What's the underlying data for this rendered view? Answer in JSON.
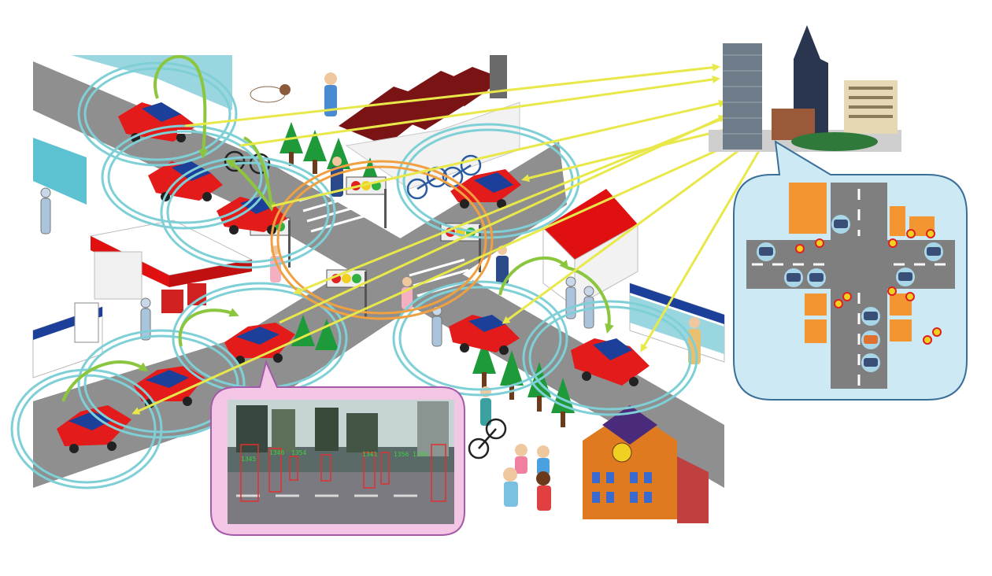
{
  "colors": {
    "road": "#8f8f8f",
    "road_edge": "#6f6f6f",
    "building_white": "#f4f4f4",
    "roof_dark_red": "#7a1414",
    "roof_red": "#e01010",
    "car_red": "#e41b1b",
    "car_blue": "#1c3f9a",
    "tree_green": "#1f9a3a",
    "v2v_ring": "#7fd0d6",
    "v2v_arrow": "#8cc63f",
    "v2i_arrow": "#e8e84a",
    "intersection_ring": "#f0a040",
    "map_bubble_fill": "#cde9f4",
    "map_bubble_stroke": "#3a6f9a",
    "map_block": "#f39530",
    "map_road": "#7f7f7f",
    "camera_bubble_fill": "#f3c6e6",
    "camera_bubble_stroke": "#a45aa8",
    "detection_box": "#e03030",
    "detection_label": "#40d040"
  },
  "icons": {
    "car": "car-icon",
    "traffic_light": "traffic-light-icon",
    "tree": "tree-icon",
    "pedestrian": "pedestrian-icon",
    "cloud_server": "city-buildings-icon",
    "school": "school-building-icon",
    "bicycle": "bicycle-icon"
  },
  "camera_view": {
    "detection_labels": [
      "1345",
      "1346",
      "1354",
      "1341",
      "1356",
      "1350"
    ]
  }
}
